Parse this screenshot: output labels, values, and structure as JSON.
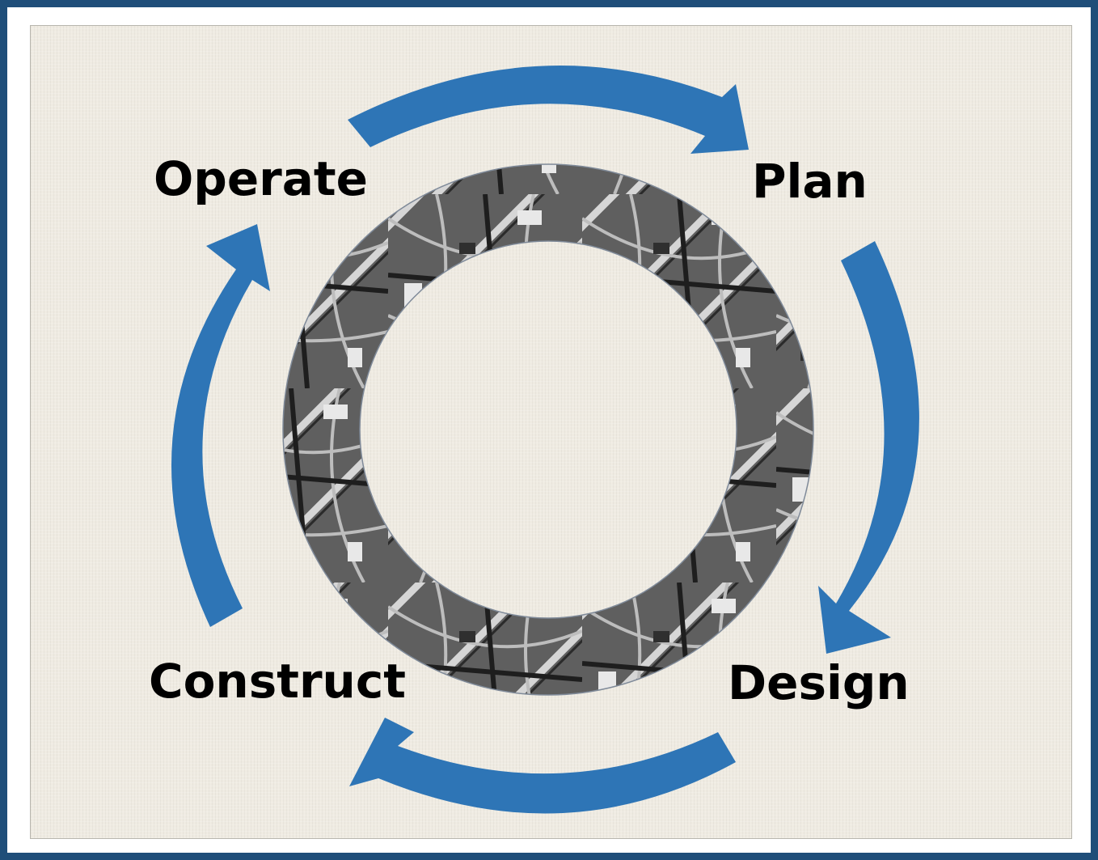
{
  "diagram": {
    "stages": [
      {
        "id": "operate",
        "label": "Operate"
      },
      {
        "id": "plan",
        "label": "Plan"
      },
      {
        "id": "design",
        "label": "Design"
      },
      {
        "id": "construct",
        "label": "Construct"
      }
    ],
    "arrow_color": "#2e75b6",
    "frame_color": "#1f4e79",
    "background_color": "#efebe2",
    "center_image": "aerial-highway-interchange-ring"
  }
}
